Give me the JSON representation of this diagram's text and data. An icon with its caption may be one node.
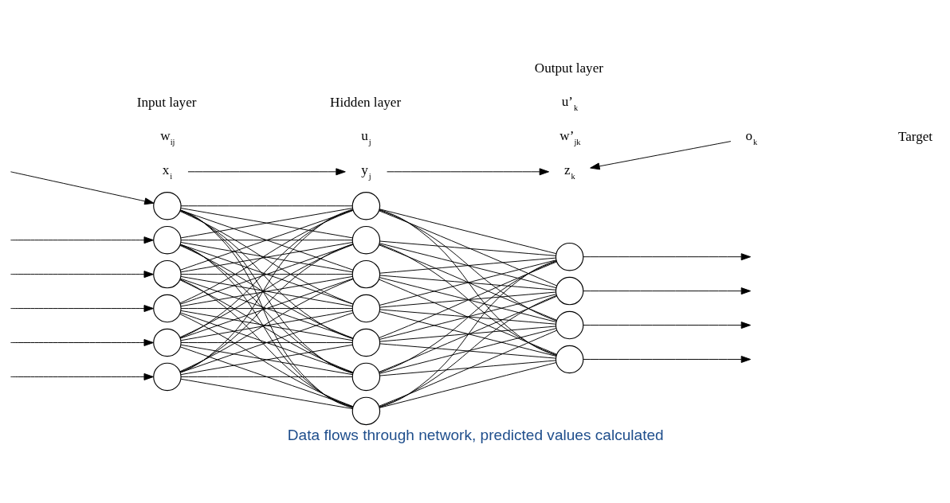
{
  "diagram": {
    "caption": "Data flows through network, predicted values calculated",
    "nodes": [
      {
        "text": [],
        "shape": "circle"
      },
      {
        "text": [],
        "shape": "circle"
      },
      {
        "text": [],
        "shape": "circle"
      },
      {
        "text": [],
        "shape": "circle"
      },
      {
        "text": [],
        "shape": "circle"
      },
      {
        "text": [],
        "shape": "circle"
      },
      {
        "text": [],
        "shape": "circle"
      },
      {
        "text": [],
        "shape": "circle"
      },
      {
        "text": [],
        "shape": "circle"
      },
      {
        "text": [],
        "shape": "circle"
      },
      {
        "text": [],
        "shape": "circle"
      },
      {
        "text": [],
        "shape": "circle"
      },
      {
        "text": [],
        "shape": "circle"
      },
      {
        "text": [],
        "shape": "circle"
      },
      {
        "text": [],
        "shape": "circle"
      },
      {
        "text": [],
        "shape": "circle"
      },
      {
        "text": [],
        "shape": "circle"
      },
      {
        "text": [
          "x$_{i}$"
        ]
      },
      {
        "text": [
          "y$_{j}$"
        ]
      },
      {
        "text": [
          "z$_{k}$"
        ]
      },
      {
        "text": [
          "o$_{k}$"
        ]
      }
    ],
    "edges": [
      {
        "from": null,
        "to": 0,
        "arrow": "to"
      },
      {
        "from": null,
        "to": 1,
        "arrow": "to"
      },
      {
        "from": null,
        "to": 2,
        "arrow": "to"
      },
      {
        "from": null,
        "to": 3,
        "arrow": "to"
      },
      {
        "from": null,
        "to": 4,
        "arrow": "to"
      },
      {
        "from": null,
        "to": 5,
        "arrow": "to"
      },
      {
        "from": 0,
        "to": 6,
        "arrow": "none"
      },
      {
        "from": 0,
        "to": 7,
        "arrow": "none"
      },
      {
        "from": 0,
        "to": 8,
        "arrow": "none"
      },
      {
        "from": 0,
        "to": 9,
        "arrow": "none"
      },
      {
        "from": 0,
        "to": 10,
        "arrow": "none"
      },
      {
        "from": 0,
        "to": 11,
        "arrow": "none"
      },
      {
        "from": 0,
        "to": 12,
        "arrow": "none"
      },
      {
        "from": 1,
        "to": 6,
        "arrow": "none"
      },
      {
        "from": 1,
        "to": 7,
        "arrow": "none"
      },
      {
        "from": 1,
        "to": 8,
        "arrow": "none"
      },
      {
        "from": 1,
        "to": 9,
        "arrow": "none"
      },
      {
        "from": 1,
        "to": 10,
        "arrow": "none"
      },
      {
        "from": 1,
        "to": 11,
        "arrow": "none"
      },
      {
        "from": 1,
        "to": 12,
        "arrow": "none"
      },
      {
        "from": 2,
        "to": 6,
        "arrow": "none"
      },
      {
        "from": 2,
        "to": 7,
        "arrow": "none"
      },
      {
        "from": 2,
        "to": 8,
        "arrow": "none"
      },
      {
        "from": 2,
        "to": 9,
        "arrow": "none"
      },
      {
        "from": 2,
        "to": 10,
        "arrow": "none"
      },
      {
        "from": 2,
        "to": 11,
        "arrow": "none"
      },
      {
        "from": 2,
        "to": 12,
        "arrow": "none"
      },
      {
        "from": 3,
        "to": 6,
        "arrow": "none"
      },
      {
        "from": 3,
        "to": 7,
        "arrow": "none"
      },
      {
        "from": 3,
        "to": 8,
        "arrow": "none"
      },
      {
        "from": 3,
        "to": 9,
        "arrow": "none"
      },
      {
        "from": 3,
        "to": 10,
        "arrow": "none"
      },
      {
        "from": 3,
        "to": 11,
        "arrow": "none"
      },
      {
        "from": 3,
        "to": 12,
        "arrow": "none"
      },
      {
        "from": 4,
        "to": 6,
        "arrow": "none"
      },
      {
        "from": 4,
        "to": 7,
        "arrow": "none"
      },
      {
        "from": 4,
        "to": 8,
        "arrow": "none"
      },
      {
        "from": 4,
        "to": 9,
        "arrow": "none"
      },
      {
        "from": 4,
        "to": 10,
        "arrow": "none"
      },
      {
        "from": 4,
        "to": 11,
        "arrow": "none"
      },
      {
        "from": 4,
        "to": 12,
        "arrow": "none"
      },
      {
        "from": 5,
        "to": 6,
        "arrow": "none"
      },
      {
        "from": 5,
        "to": 7,
        "arrow": "none"
      },
      {
        "from": 5,
        "to": 8,
        "arrow": "none"
      },
      {
        "from": 5,
        "to": 9,
        "arrow": "none"
      },
      {
        "from": 5,
        "to": 10,
        "arrow": "none"
      },
      {
        "from": 5,
        "to": 11,
        "arrow": "none"
      },
      {
        "from": 5,
        "to": 12,
        "arrow": "none"
      },
      {
        "from": 6,
        "to": 13,
        "arrow": "none"
      },
      {
        "from": 6,
        "to": 14,
        "arrow": "none"
      },
      {
        "from": 6,
        "to": 15,
        "arrow": "none"
      },
      {
        "from": 6,
        "to": 16,
        "arrow": "none"
      },
      {
        "from": 7,
        "to": 13,
        "arrow": "none"
      },
      {
        "from": 7,
        "to": 14,
        "arrow": "none"
      },
      {
        "from": 7,
        "to": 15,
        "arrow": "none"
      },
      {
        "from": 7,
        "to": 16,
        "arrow": "none"
      },
      {
        "from": 8,
        "to": 13,
        "arrow": "none"
      },
      {
        "from": 8,
        "to": 14,
        "arrow": "none"
      },
      {
        "from": 8,
        "to": 15,
        "arrow": "none"
      },
      {
        "from": 8,
        "to": 16,
        "arrow": "none"
      },
      {
        "from": 9,
        "to": 13,
        "arrow": "none"
      },
      {
        "from": 9,
        "to": 14,
        "arrow": "none"
      },
      {
        "from": 9,
        "to": 15,
        "arrow": "none"
      },
      {
        "from": 9,
        "to": 16,
        "arrow": "none"
      },
      {
        "from": 10,
        "to": 13,
        "arrow": "none"
      },
      {
        "from": 10,
        "to": 14,
        "arrow": "none"
      },
      {
        "from": 10,
        "to": 15,
        "arrow": "none"
      },
      {
        "from": 10,
        "to": 16,
        "arrow": "none"
      },
      {
        "from": 11,
        "to": 13,
        "arrow": "none"
      },
      {
        "from": 11,
        "to": 14,
        "arrow": "none"
      },
      {
        "from": 11,
        "to": 15,
        "arrow": "none"
      },
      {
        "from": 11,
        "to": 16,
        "arrow": "none"
      },
      {
        "from": 12,
        "to": 13,
        "arrow": "none"
      },
      {
        "from": 12,
        "to": 14,
        "arrow": "none"
      },
      {
        "from": 12,
        "to": 15,
        "arrow": "none"
      },
      {
        "from": 12,
        "to": 16,
        "arrow": "none"
      },
      {
        "from": 13,
        "to": null,
        "arrow": "to"
      },
      {
        "from": 14,
        "to": null,
        "arrow": "to"
      },
      {
        "from": 15,
        "to": null,
        "arrow": "to"
      },
      {
        "from": 16,
        "to": null,
        "arrow": "to"
      },
      {
        "from": 17,
        "to": 18,
        "arrow": "to"
      },
      {
        "from": 18,
        "to": 19,
        "arrow": "to"
      },
      {
        "from": 20,
        "to": 19,
        "arrow": "to"
      }
    ],
    "labels": [
      "w$_{ij}$",
      "u$_{j}$",
      "w’$_{jk}$",
      "u’$_{k}$",
      "Input layer",
      "Output layer",
      "Hidden layer",
      "Target"
    ]
  }
}
